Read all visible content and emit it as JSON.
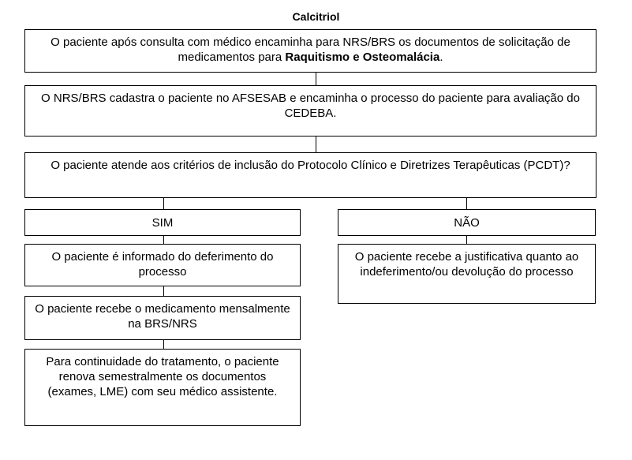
{
  "title": "Calcitriol",
  "steps": {
    "s1": {
      "text": "O paciente após consulta com médico encaminha para NRS/BRS os documentos de solicitação de medicamentos para ",
      "bold": "Raquitismo e Osteomalácia",
      "after": "."
    },
    "s2": {
      "text": "O NRS/BRS cadastra o paciente no AFSESAB e encaminha o processo do paciente para avaliação do CEDEBA."
    },
    "s3": {
      "text": "O paciente atende aos critérios de inclusão do Protocolo Clínico e Diretrizes Terapêuticas (PCDT)?"
    }
  },
  "yes": {
    "label": "SIM",
    "steps": [
      "O paciente é informado do deferimento do processo",
      "O paciente recebe o medicamento mensalmente na BRS/NRS",
      "Para continuidade do tratamento, o paciente renova semestralmente os documentos (exames, LME) com seu médico assistente."
    ]
  },
  "no": {
    "label": "NÃO",
    "steps": [
      "O paciente recebe a justificativa quanto ao indeferimento/ou devolução do processo"
    ]
  }
}
